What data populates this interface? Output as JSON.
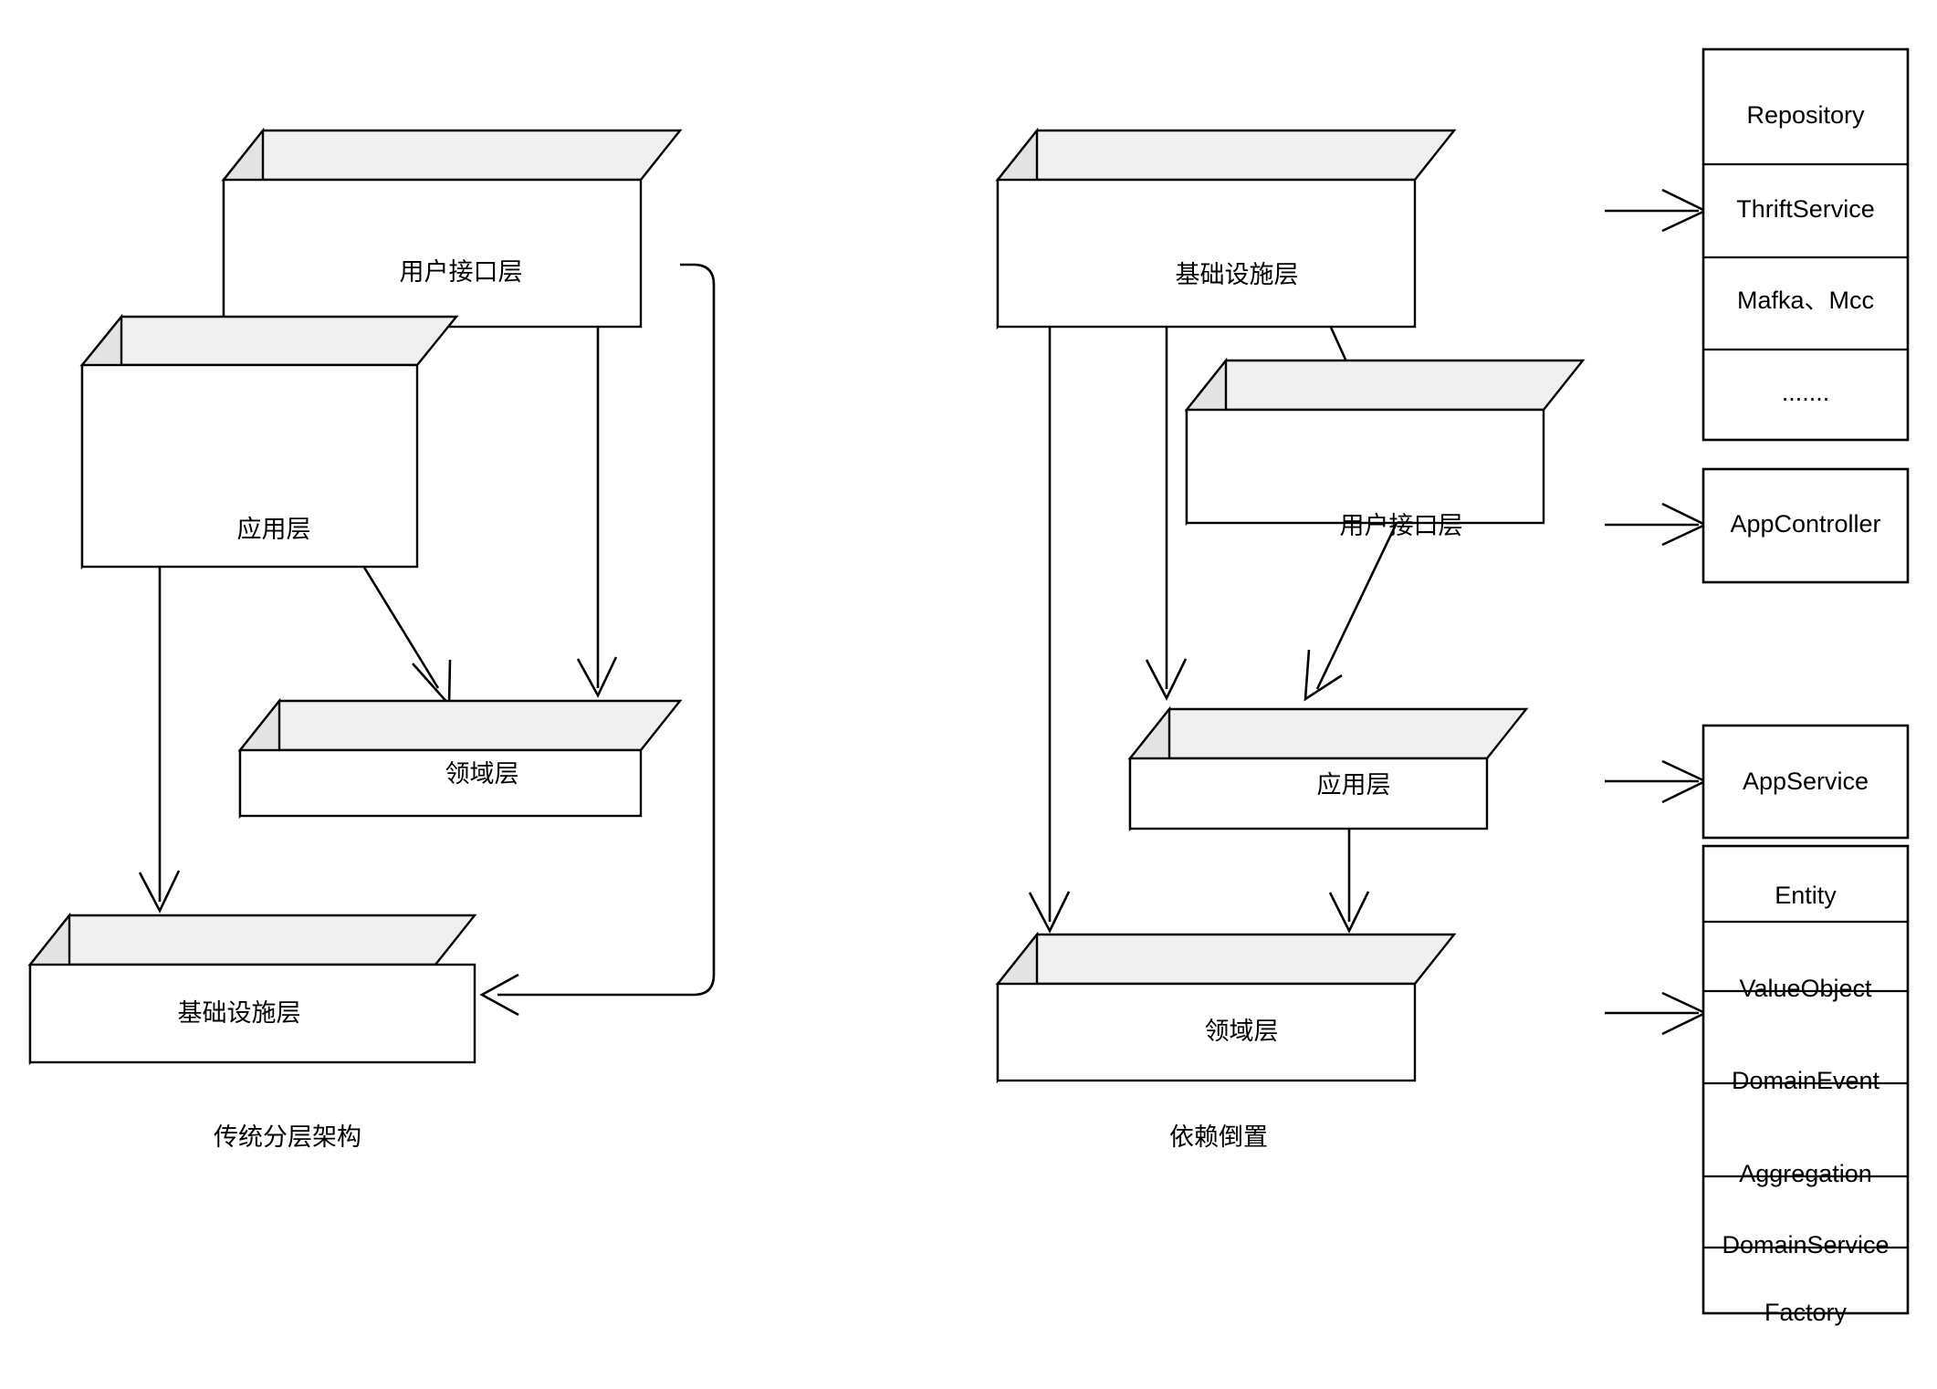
{
  "diagram": {
    "title_left": "传统分层架构",
    "title_right": "依赖倒置",
    "left_panel": {
      "caption": "传统分层架构",
      "layers": [
        {
          "id": "ui",
          "label": "用户接口层"
        },
        {
          "id": "app",
          "label": "应用层"
        },
        {
          "id": "domain",
          "label": "领域层"
        },
        {
          "id": "infra",
          "label": "基础设施层"
        }
      ]
    },
    "right_panel": {
      "caption": "依赖倒置",
      "layers": [
        {
          "id": "infra",
          "label": "基础设施层"
        },
        {
          "id": "ui",
          "label": "用户接口层"
        },
        {
          "id": "app",
          "label": "应用层"
        },
        {
          "id": "domain",
          "label": "领域层"
        }
      ]
    },
    "annotation_lists": [
      {
        "id": "infrastructure-components",
        "items": [
          "Repository",
          "ThriftService",
          "Mafka、Mcc",
          "......."
        ]
      },
      {
        "id": "ui-components",
        "items": [
          "AppController"
        ]
      },
      {
        "id": "application-components",
        "items": [
          "AppService"
        ]
      },
      {
        "id": "domain-components",
        "items": [
          "Entity",
          "ValueObject",
          "DomainEvent",
          "Aggregation",
          "DomainService",
          "Factory"
        ]
      }
    ]
  },
  "colors": {
    "stroke": "#000000",
    "cube_top": "#f0f0f0",
    "cube_side": "#e4e4e4",
    "cube_face": "#ffffff",
    "background": "#ffffff"
  }
}
